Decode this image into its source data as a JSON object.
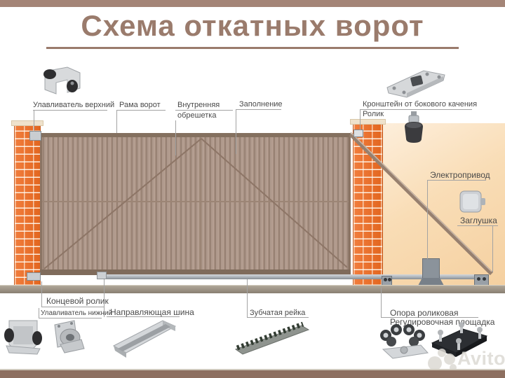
{
  "page": {
    "title": "Схема откатных ворот",
    "watermark_brand": "Avito"
  },
  "callouts": {
    "upper_catcher": "Улавливатель верхний",
    "gate_frame": "Рама ворот",
    "inner_lattice_line1": "Внутренняя",
    "inner_lattice_line2": "обрешетка",
    "infill": "Заполнение",
    "side_bracket": "Кронштейн от бокового качения",
    "roller": "Ролик",
    "electric_drive": "Электропривод",
    "plug": "Заглушка",
    "end_roller": "Концевой ролик",
    "lower_catcher": "Улавливатель нижний",
    "guide_rail": "Направляющая шина",
    "gear_rack": "Зубчатая рейка",
    "roller_support": "Опора роликовая",
    "adjusting_plate": "Регулировочная площадка"
  },
  "colors": {
    "top_bar": "#a48577",
    "bottom_bar": "#8d6f60",
    "title": "#9a7b6c",
    "brick": "#ec7233",
    "gate": "#a68f81",
    "background_panel": "#f8dcb2",
    "label_text": "#4a4a4a",
    "leader_line": "#a3a3a3"
  }
}
